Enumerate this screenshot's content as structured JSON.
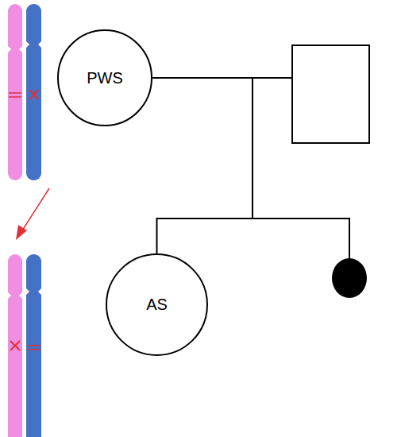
{
  "diagram": {
    "nodes": [
      {
        "text": [
          "PWS"
        ]
      },
      {
        "text": [
          "AS"
        ]
      }
    ],
    "edges": [
      {
        "from": 0,
        "to": 1,
        "arrow": "none"
      }
    ]
  }
}
